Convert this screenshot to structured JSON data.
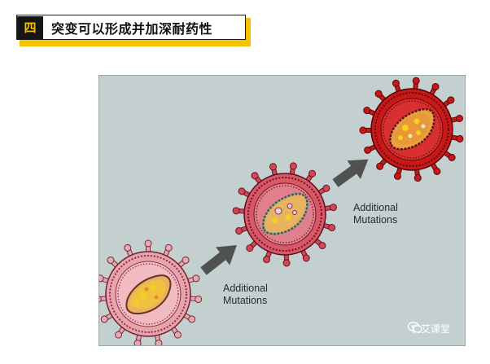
{
  "header": {
    "number": "四",
    "title": "突变可以形成并加深耐药性"
  },
  "figure": {
    "labels": [
      {
        "line1": "Additional",
        "line2": "Mutations"
      },
      {
        "line1": "Additional",
        "line2": "Mutations"
      }
    ],
    "watermark": "优艾课堂"
  },
  "colors": {
    "accent": "#f5c400",
    "badge": "#161616",
    "figure_bg": "#c4d0cf",
    "virus_pale": "#e8a8b0",
    "virus_mid": "#d85868",
    "virus_red": "#c81818",
    "arrow": "#4a4a4a"
  }
}
